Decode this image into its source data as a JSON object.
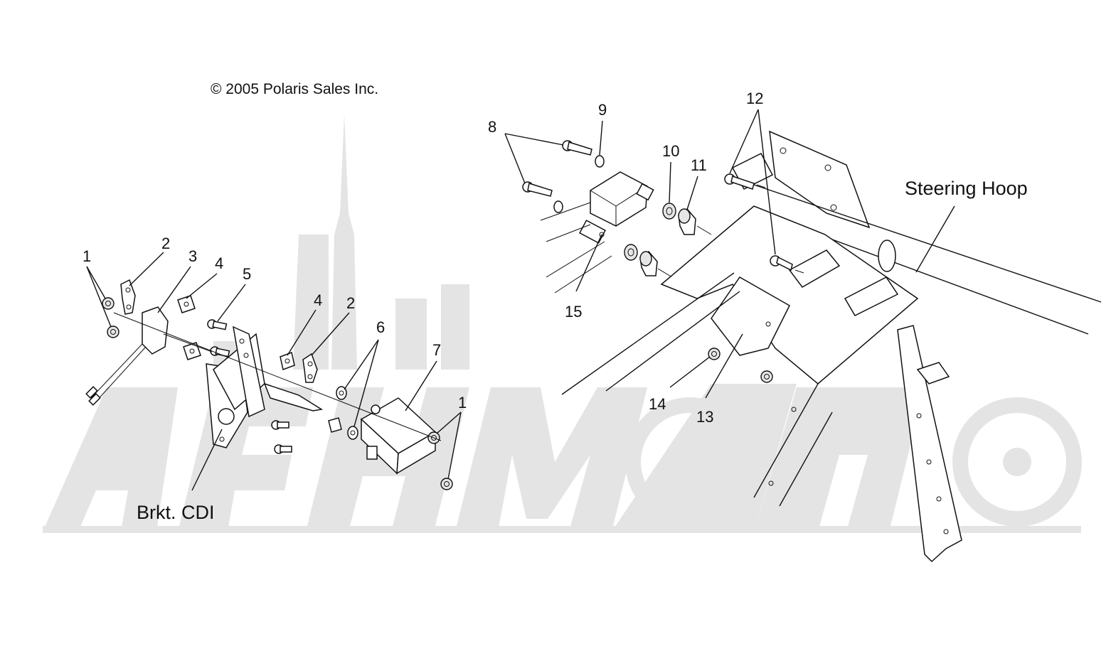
{
  "copyright": "© 2005 Polaris Sales Inc.",
  "labels": {
    "steering_hoop": "Steering Hoop",
    "brkt_cdi": "Brkt. CDI"
  },
  "callouts": [
    "1",
    "2",
    "3",
    "4",
    "5",
    "4",
    "2",
    "6",
    "7",
    "1",
    "8",
    "9",
    "10",
    "11",
    "12",
    "15",
    "14",
    "13"
  ],
  "colors": {
    "line": "#111111",
    "watermark": "#e4e4e4",
    "background": "#ffffff"
  }
}
